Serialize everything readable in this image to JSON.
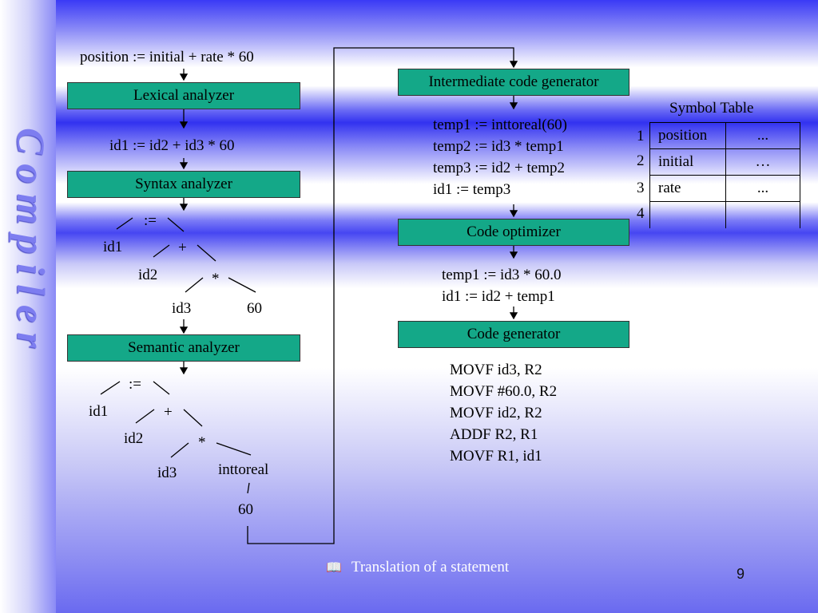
{
  "sidebar_title": "Compiler",
  "source_statement": "position := initial + rate * 60",
  "phases": {
    "lexical": "Lexical analyzer",
    "syntax": "Syntax analyzer",
    "semantic": "Semantic analyzer",
    "intermediate": "Intermediate code generator",
    "optimizer": "Code optimizer",
    "codegen": "Code generator"
  },
  "lexical_output": "id1 := id2 + id3 * 60",
  "syntax_tree": {
    "root": ":=",
    "left": "id1",
    "plus": "+",
    "id2": "id2",
    "times": "*",
    "id3": "id3",
    "num": "60"
  },
  "semantic_tree": {
    "root": ":=",
    "left": "id1",
    "plus": "+",
    "id2": "id2",
    "times": "*",
    "id3": "id3",
    "conv": "inttoreal",
    "num": "60"
  },
  "intermediate_code": [
    "temp1 := inttoreal(60)",
    "temp2 := id3 * temp1",
    "temp3 := id2 + temp2",
    "id1 := temp3"
  ],
  "optimized_code": [
    "temp1 := id3 * 60.0",
    "id1 := id2 +  temp1"
  ],
  "target_code": [
    "MOVF  id3, R2",
    "MOVF #60.0, R2",
    "MOVF id2, R2",
    "ADDF R2, R1",
    "MOVF R1, id1"
  ],
  "symbol_table": {
    "title": "Symbol Table",
    "rows": [
      {
        "num": "1",
        "name": "position",
        "info": "..."
      },
      {
        "num": "2",
        "name": "initial",
        "info": "…"
      },
      {
        "num": "3",
        "name": "rate",
        "info": "..."
      },
      {
        "num": "4",
        "name": "",
        "info": ""
      }
    ]
  },
  "footer": {
    "icon": "book-icon",
    "text": "Translation of a statement"
  },
  "page_number": "9"
}
